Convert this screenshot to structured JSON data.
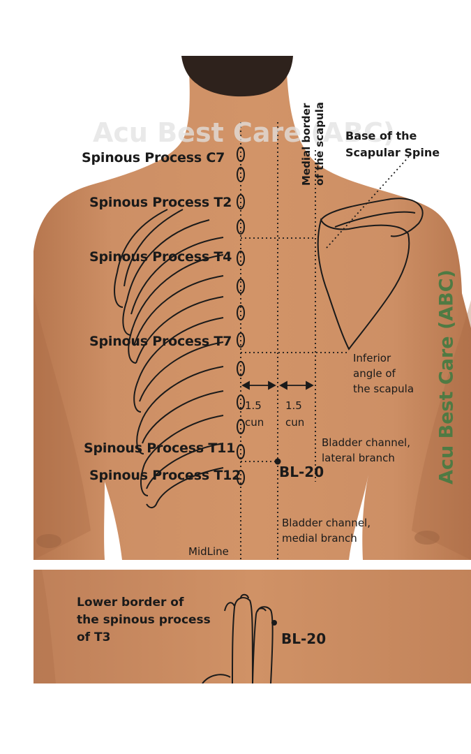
{
  "watermark": {
    "top_text": "Acu Best Care (ABC)",
    "side_text": "Acu Best Care (ABC)",
    "side_color": "#4f7a43"
  },
  "colors": {
    "skin": "#c98a60",
    "skin_shadow": "#a86b44",
    "line": "#1a1a1a",
    "hair": "#2e221c"
  },
  "labels": {
    "spinous_c7": "Spinous Process C7",
    "spinous_t2": "Spinous Process T2",
    "spinous_t4": "Spinous Process T4",
    "spinous_t7": "Spinous Process T7",
    "spinous_t11": "Spinous Process T11",
    "spinous_t12": "Spinous Process T12",
    "medial_border_line1": "Medial border",
    "medial_border_line2": "of the scapula",
    "base_scapular_line1": "Base of the",
    "base_scapular_line2": "Scapular Spine",
    "inferior_angle_line1": "Inferior",
    "inferior_angle_line2": "angle of",
    "inferior_angle_line3": "the scapula",
    "measure_left_value": "1.5",
    "measure_left_unit": "cun",
    "measure_right_value": "1.5",
    "measure_right_unit": "cun",
    "lateral_branch_line1": "Bladder channel,",
    "lateral_branch_line2": "lateral branch",
    "medial_branch_line1": "Bladder channel,",
    "medial_branch_line2": "medial branch",
    "midline": "MidLine",
    "point_top": "BL-20",
    "lower_border_line1": "Lower border of",
    "lower_border_line2": "the spinous process",
    "lower_border_line3": "of T3",
    "point_bottom": "BL-20"
  }
}
